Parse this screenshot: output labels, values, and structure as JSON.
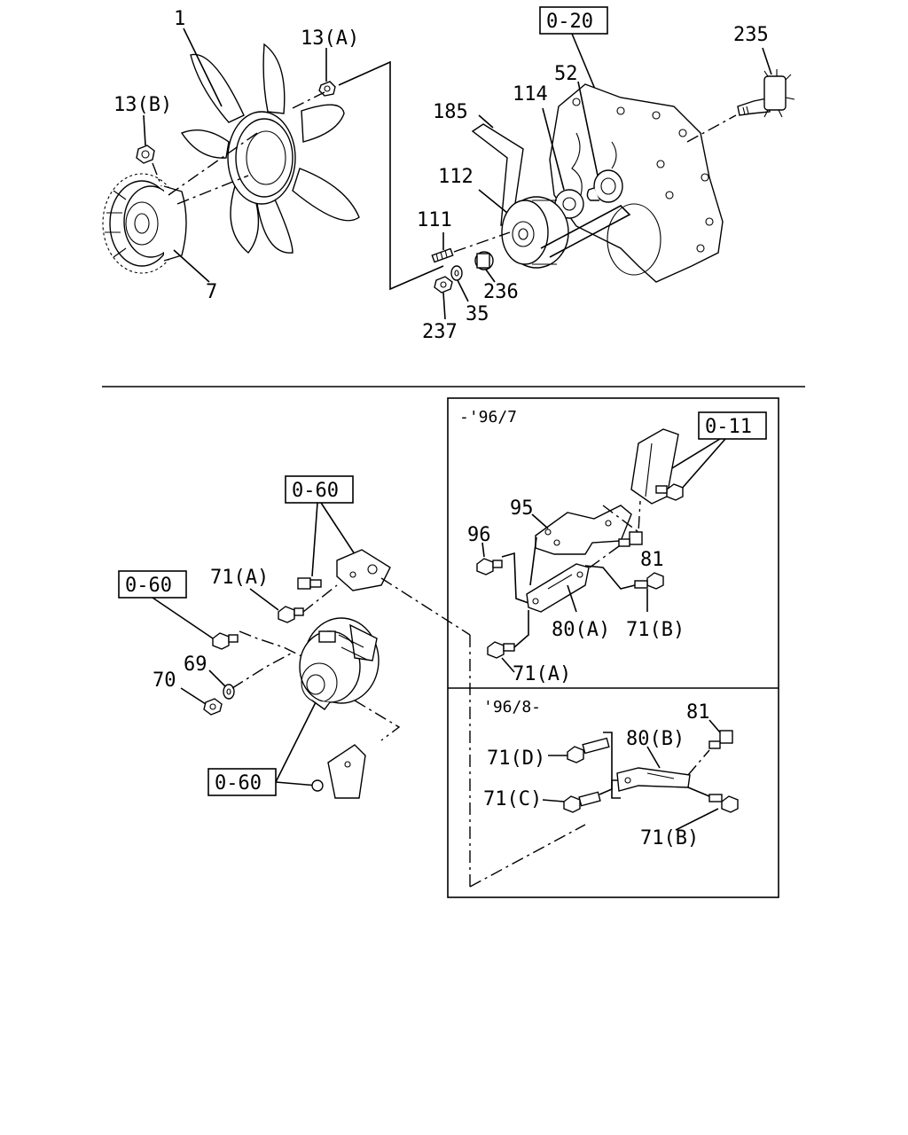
{
  "callouts": {
    "fan": "1",
    "nut_a": "13(A)",
    "nut_b": "13(B)",
    "fan_clutch": "7",
    "ref_top": "0-20",
    "shaft": "235",
    "belt": "185",
    "pulley_114": "114",
    "bearing_52": "52",
    "pulley_112": "112",
    "stud_111": "111",
    "collar_236": "236",
    "washer_35": "35",
    "nut_237": "237",
    "range_early": "-'96/7",
    "ref_011": "0-11",
    "bracket_95": "95",
    "bolt_96": "96",
    "bolt_81_top": "81",
    "bracket_80a": "80(A)",
    "bolt_71b_top": "71(B)",
    "bolt_71a_right": "71(A)",
    "range_late": "'96/8-",
    "bolt_81_bottom": "81",
    "bracket_80b": "80(B)",
    "bolt_71d": "71(D)",
    "bolt_71c": "71(C)",
    "bolt_71b_bottom": "71(B)",
    "ref_060_top": "0-60",
    "bolt_71a_left": "71(A)",
    "ref_060_left": "0-60",
    "washer_69": "69",
    "nut_70": "70",
    "ref_060_bottom": "0-60"
  }
}
